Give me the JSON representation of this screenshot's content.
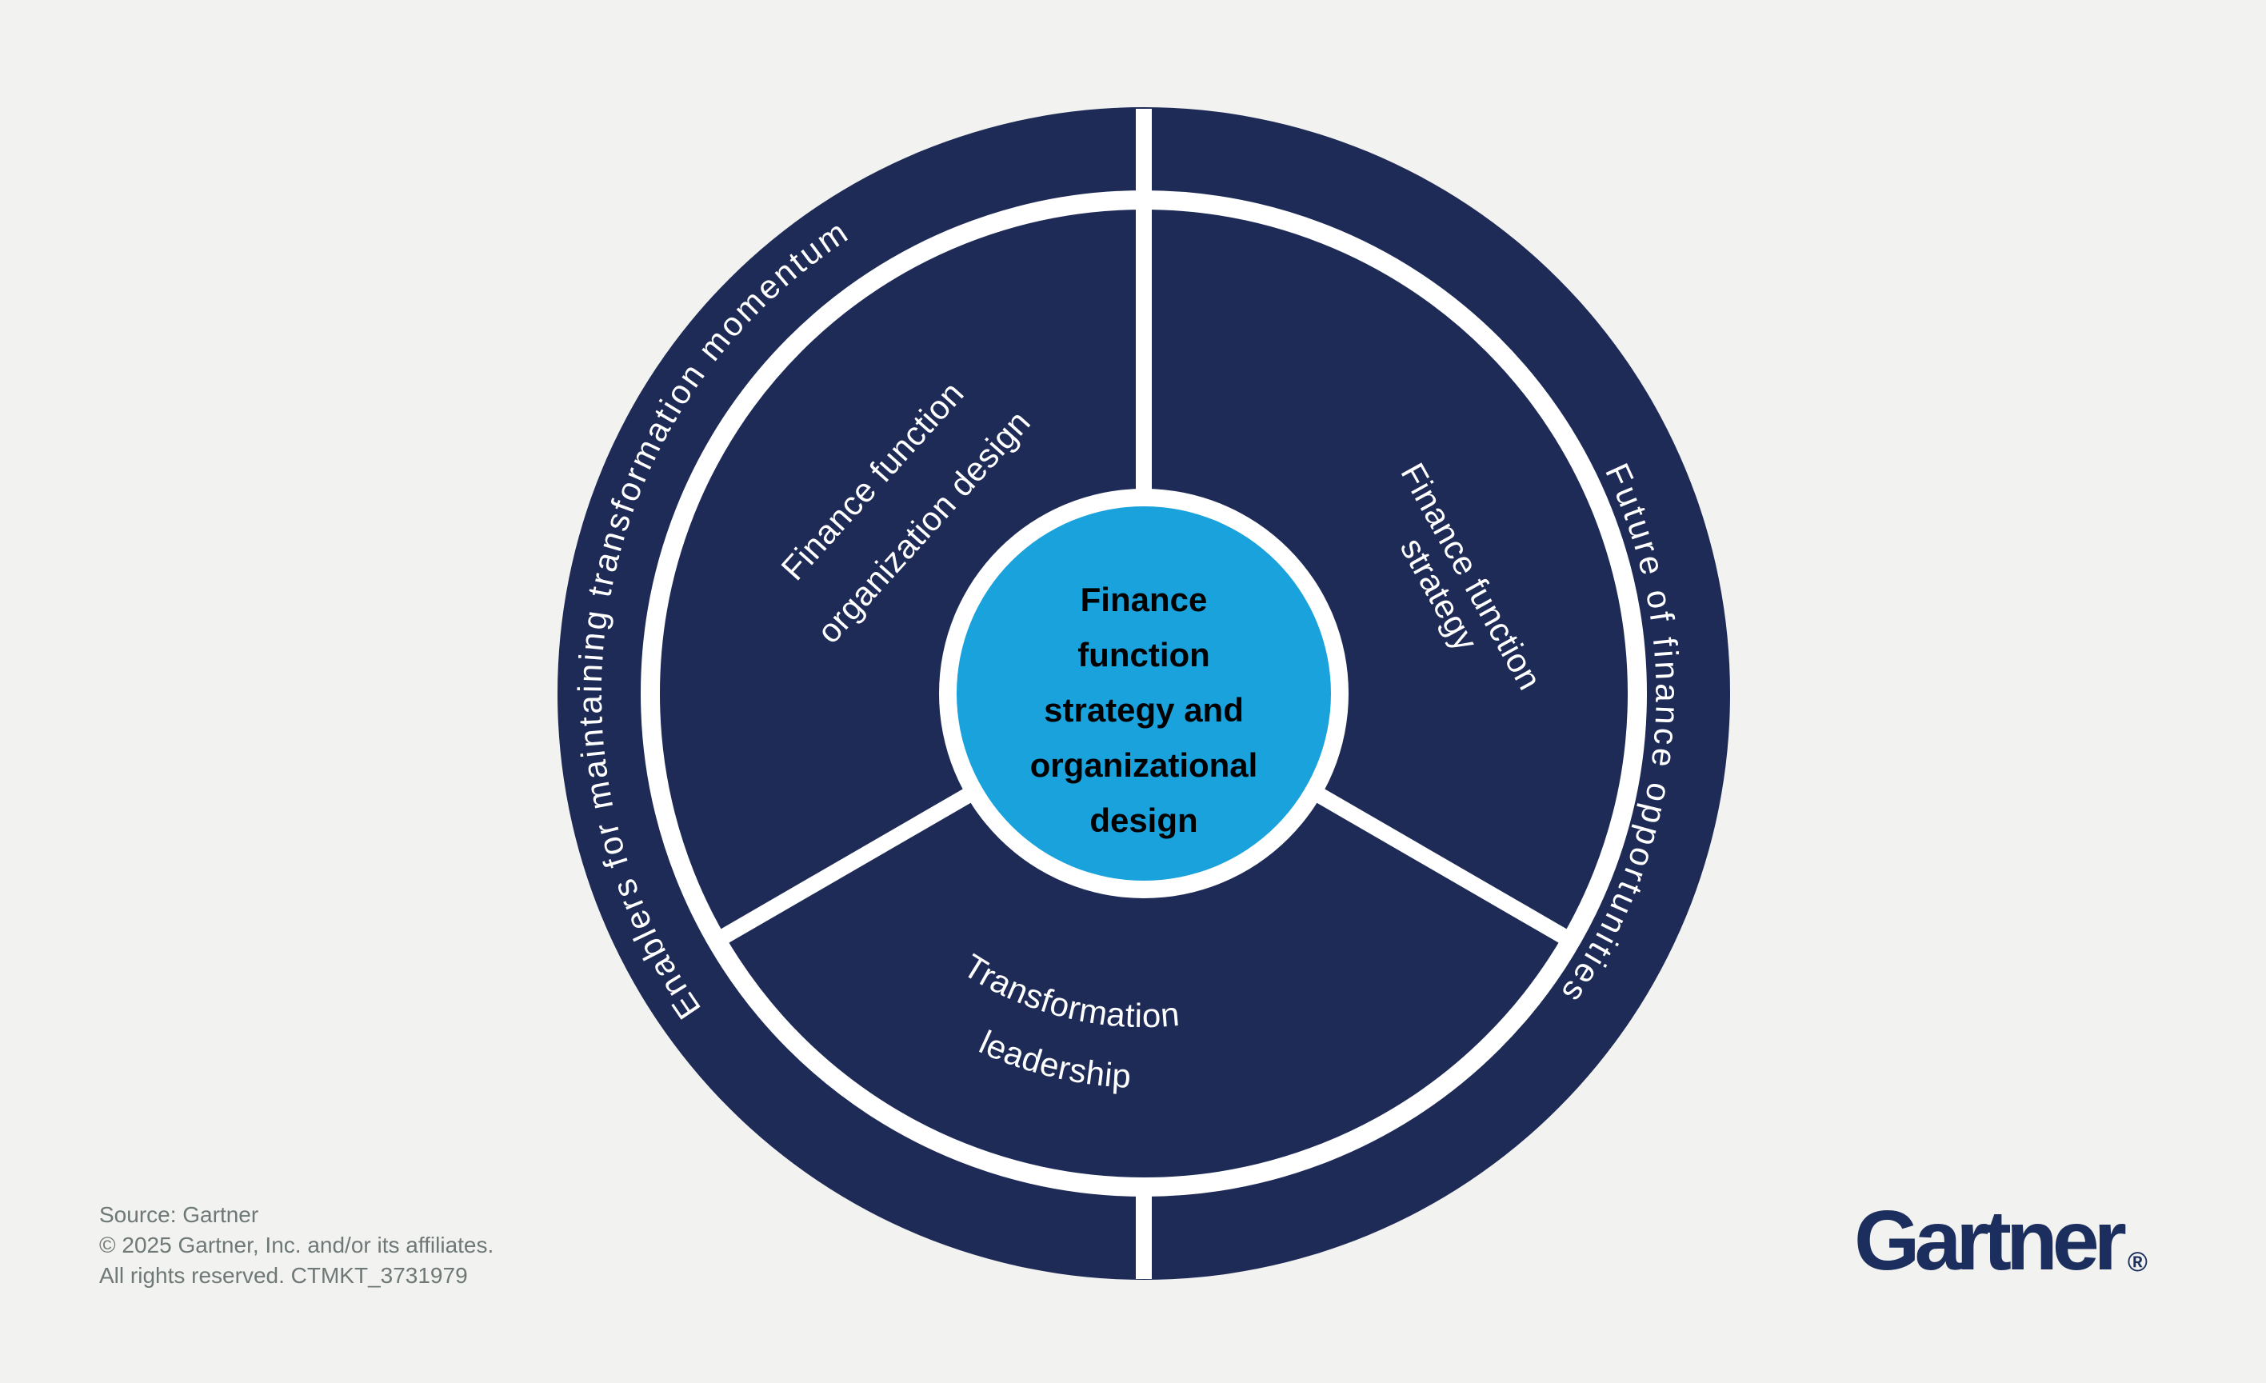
{
  "colors": {
    "background": "#F2F2F0",
    "navy": "#1E2B57",
    "hub_blue": "#1AA2DC",
    "label_white": "#FFFFFF",
    "hub_text_black": "#000000",
    "source_gray": "#6E7876",
    "logo_navy": "#1B2E5E"
  },
  "diagram": {
    "outer_ring": {
      "left_label": "Enablers for maintaining transformation momentum",
      "right_label": "Future of finance opportunities"
    },
    "segments": {
      "top_left": {
        "lines": [
          "Finance function",
          "organization design"
        ]
      },
      "top_right": {
        "lines": [
          "Finance function",
          "strategy"
        ]
      },
      "bottom": {
        "lines": [
          "Transformation",
          "leadership"
        ]
      }
    },
    "hub": {
      "lines": [
        "Finance",
        "function",
        "strategy and",
        "organizational",
        "design"
      ]
    }
  },
  "footer": {
    "source": {
      "lines": [
        "Source: Gartner",
        "© 2025 Gartner, Inc. and/or its affiliates.",
        "All rights reserved. CTMKT_3731979"
      ]
    },
    "logo": {
      "text": "Gartner",
      "registered": "®"
    }
  }
}
